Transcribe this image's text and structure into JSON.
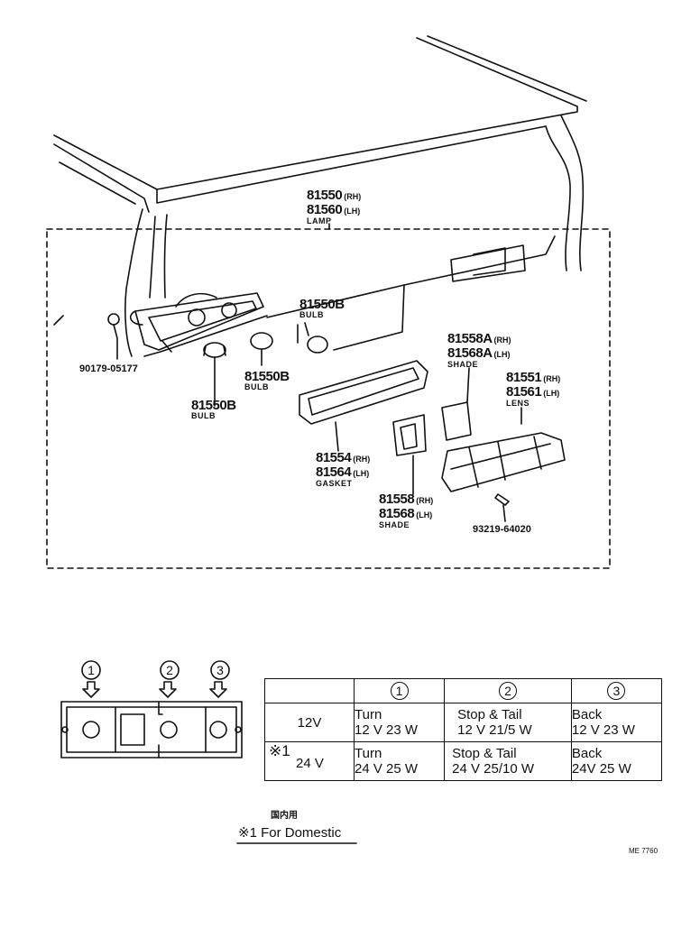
{
  "parts": {
    "lamp": {
      "pn_rh": "81550",
      "sfx_rh": "(RH)",
      "pn_lh": "81560",
      "sfx_lh": "(LH)",
      "name": "LAMP"
    },
    "bulb_top": {
      "pn": "81550B",
      "name": "BULB"
    },
    "bulb_mid": {
      "pn": "81550B",
      "name": "BULB"
    },
    "bulb_low": {
      "pn": "81550B",
      "name": "BULB"
    },
    "screw": {
      "pn": "90179-05177"
    },
    "shade_a": {
      "pn_rh": "81558A",
      "sfx_rh": "(RH)",
      "pn_lh": "81568A",
      "sfx_lh": "(LH)",
      "name": "SHADE"
    },
    "lens": {
      "pn_rh": "81551",
      "sfx_rh": "(RH)",
      "pn_lh": "81561",
      "sfx_lh": "(LH)",
      "name": "LENS"
    },
    "gasket": {
      "pn_rh": "81554",
      "sfx_rh": "(RH)",
      "pn_lh": "81564",
      "sfx_lh": "(LH)",
      "name": "GASKET"
    },
    "shade": {
      "pn_rh": "81558",
      "sfx_rh": "(RH)",
      "pn_lh": "81568",
      "sfx_lh": "(LH)",
      "name": "SHADE"
    },
    "lens_screw": {
      "pn": "93219-64020"
    }
  },
  "callouts": [
    "1",
    "2",
    "3"
  ],
  "spec_table": {
    "headers": [
      "1",
      "2",
      "3"
    ],
    "rows": [
      {
        "mark": "",
        "voltage": "12V",
        "cells": [
          [
            "Turn",
            "12 V 23 W"
          ],
          [
            "Stop & Tail",
            "12 V 21/5 W"
          ],
          [
            "Back",
            "12 V 23 W"
          ]
        ]
      },
      {
        "mark": "※1",
        "voltage": "24 V",
        "cells": [
          [
            "Turn",
            "24 V 25 W"
          ],
          [
            "Stop & Tail",
            "24 V 25/10 W"
          ],
          [
            "Back",
            "24V 25 W"
          ]
        ]
      }
    ]
  },
  "note": {
    "jp": "国内用",
    "text": "※1 For Domestic"
  },
  "ref": "ME 7760"
}
